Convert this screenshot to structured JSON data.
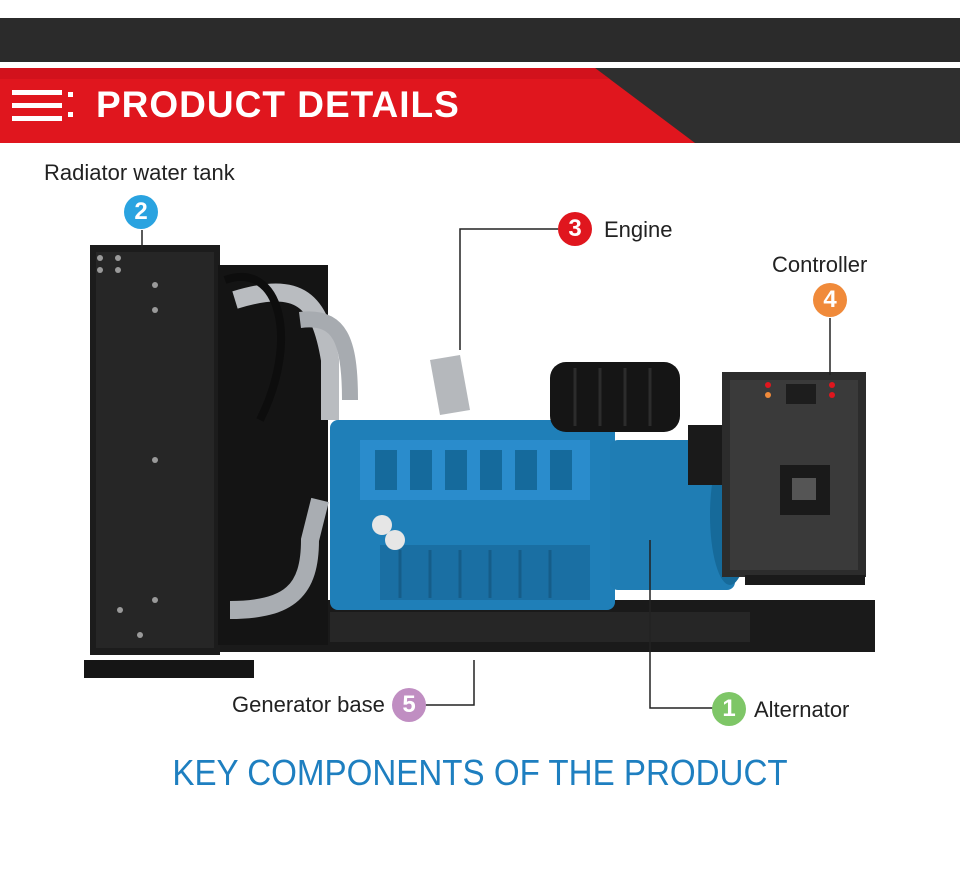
{
  "header": {
    "title": "PRODUCT DETAILS",
    "colors": {
      "bar": "#2b2b2b",
      "red": "#e0161e",
      "dark": "#2f2f2f"
    }
  },
  "components": [
    {
      "number": "1",
      "label": "Alternator",
      "color": "#7ec667"
    },
    {
      "number": "2",
      "label": "Radiator water tank",
      "color": "#2aa3e0"
    },
    {
      "number": "3",
      "label": "Engine",
      "color": "#e0161e"
    },
    {
      "number": "4",
      "label": "Controller",
      "color": "#f08a3a"
    },
    {
      "number": "5",
      "label": "Generator base",
      "color": "#c08ec2"
    }
  ],
  "footer": {
    "title": "KEY COMPONENTS OF THE PRODUCT",
    "color": "#1e7fc0"
  }
}
